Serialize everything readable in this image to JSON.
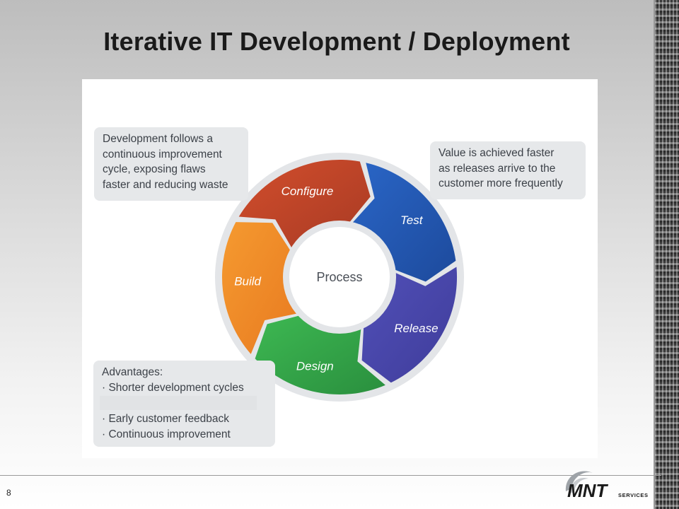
{
  "slide": {
    "title": "Iterative IT Development / Deployment",
    "page_number": "8"
  },
  "callouts": {
    "top_left": {
      "lines": [
        "Development follows a",
        "continuous improvement",
        "cycle, exposing flaws",
        "faster and reducing waste"
      ]
    },
    "top_right": {
      "lines": [
        "Value is achieved faster",
        "as releases arrive to the",
        "customer more frequently"
      ]
    },
    "bottom_left": {
      "lines": [
        "Advantages:",
        "· Shorter development cycles",
        "· Early customer feedback",
        "· Continuous improvement"
      ]
    }
  },
  "cycle": {
    "center_label": "Process",
    "segments": [
      {
        "label": "Test",
        "color": "#2356b0"
      },
      {
        "label": "Release",
        "color": "#4a4cad"
      },
      {
        "label": "Design",
        "color": "#34a84a"
      },
      {
        "label": "Build",
        "color": "#f08a2a"
      },
      {
        "label": "Configure",
        "color": "#c8452a"
      }
    ]
  },
  "logo": {
    "text": "MNT",
    "subtext": "SERVICES"
  }
}
